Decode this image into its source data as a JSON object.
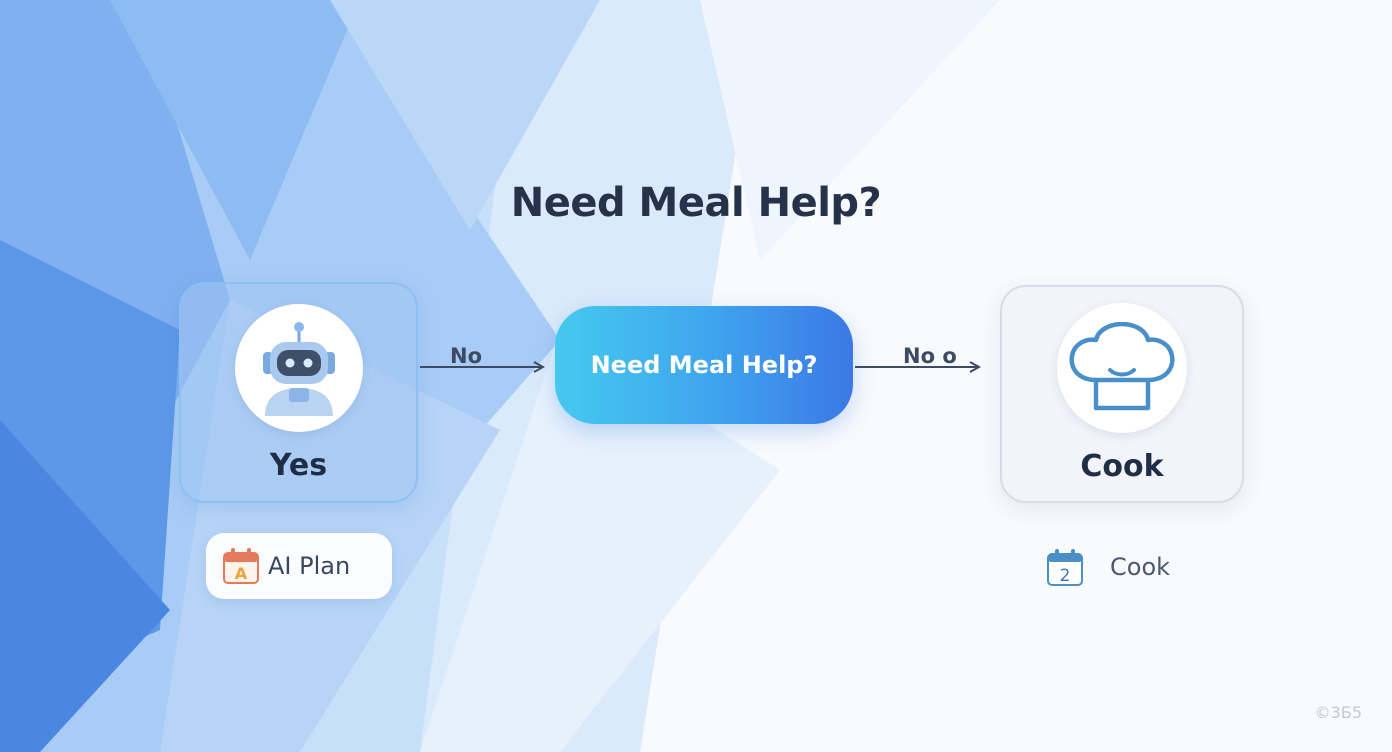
{
  "title": "Need Meal Help?",
  "nodes": {
    "yes": {
      "label": "Yes",
      "icon": "robot-icon"
    },
    "decision": {
      "label": "Need Meal Help?"
    },
    "cook": {
      "label": "Cook",
      "icon": "chef-hat-icon"
    }
  },
  "edges": {
    "left": {
      "label": "No"
    },
    "right": {
      "label": "No o"
    }
  },
  "sub_items": {
    "ai_plan": {
      "label": "AI Plan",
      "icon": "calendar-icon"
    },
    "cook": {
      "label": "Cook",
      "icon": "calendar-icon",
      "date_number": "2"
    }
  },
  "watermark": "©3Б5",
  "colors": {
    "accent_start": "#45c9ef",
    "accent_end": "#3c78e6",
    "text_dark": "#25324a"
  }
}
